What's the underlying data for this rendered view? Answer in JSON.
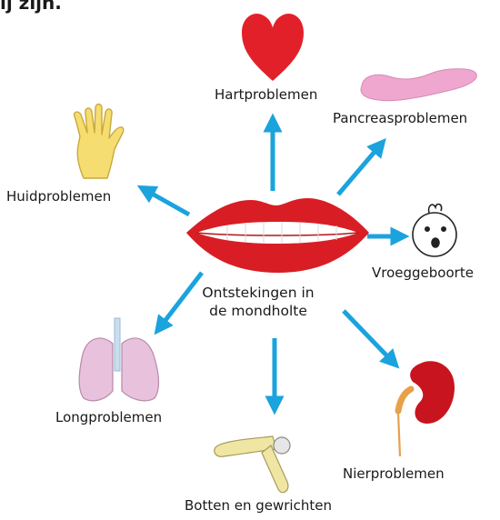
{
  "header_text": "ij zijn.",
  "center_label_line1": "Ontstekingen in",
  "center_label_line2": "de mondholte",
  "labels": {
    "heart": "Hartproblemen",
    "pancreas": "Pancreasproblemen",
    "skin": "Huidproblemen",
    "premature": "Vroeggeboorte",
    "lungs": "Longproblemen",
    "kidney": "Nierproblemen",
    "bones": "Botten en gewrichten"
  },
  "colors": {
    "arrow": "#1aa3dd",
    "lips": "#d81e24",
    "heart": "#e2202a",
    "pancreas": "#f0a7cf",
    "hand": "#f6dd72",
    "lungs": "#e8c1dc",
    "kidney": "#c8141e",
    "bone": "#f0e6a4"
  },
  "icons": [
    "heart-icon",
    "pancreas-icon",
    "hand-icon",
    "baby-face-icon",
    "lips-icon",
    "lungs-icon",
    "kidney-icon",
    "bone-joint-icon"
  ]
}
